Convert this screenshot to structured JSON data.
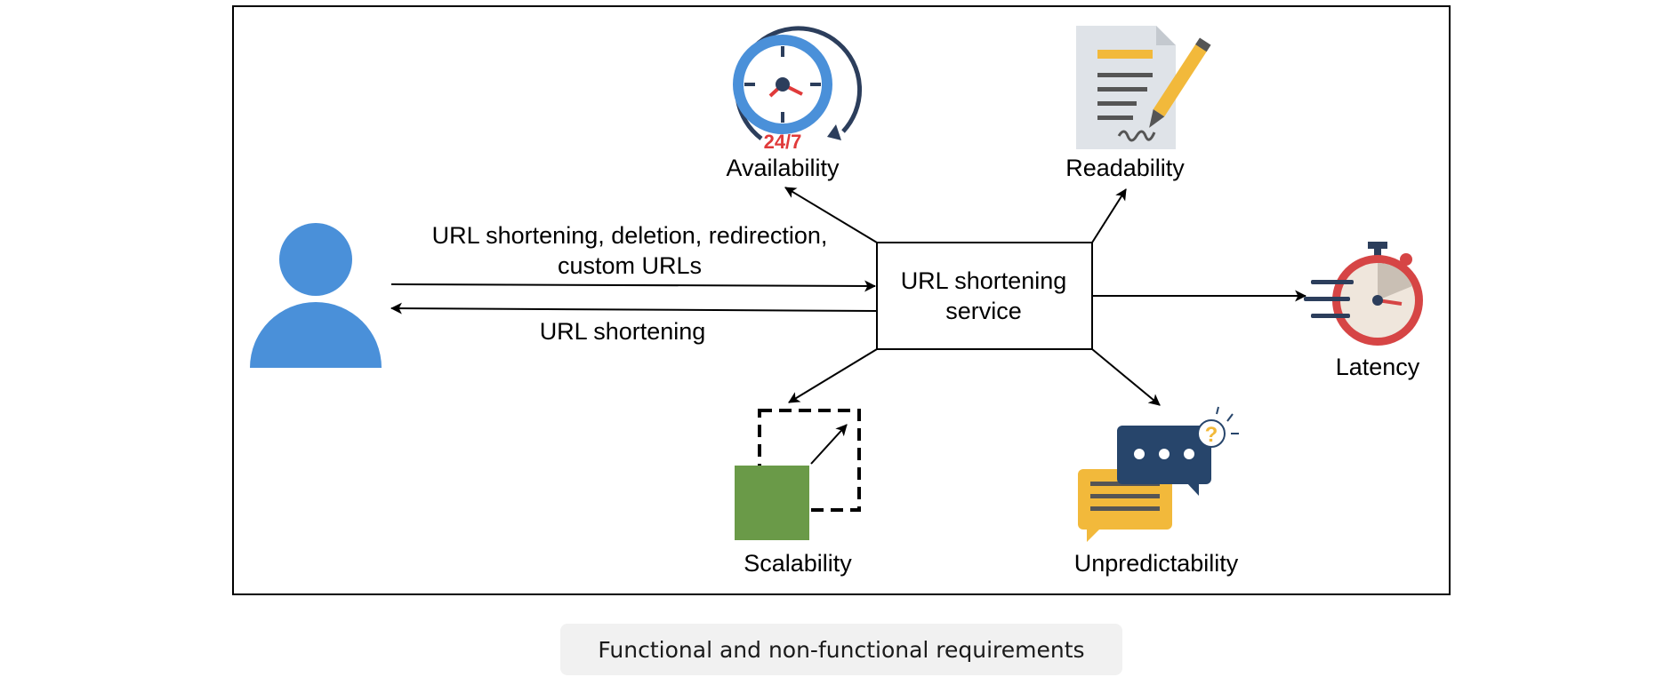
{
  "diagram": {
    "center_label_line1": "URL shortening",
    "center_label_line2": "service",
    "request_label_line1": "URL shortening, deletion, redirection,",
    "request_label_line2": "custom URLs",
    "response_label": "URL shortening",
    "requirements": {
      "availability": "Availability",
      "readability": "Readability",
      "latency": "Latency",
      "scalability": "Scalability",
      "unpredictability": "Unpredictability"
    },
    "availability_badge": "24/7",
    "question_mark": "?"
  },
  "caption": "Functional and non-functional requirements",
  "colors": {
    "user_blue": "#4a90d9",
    "clock_dark": "#2c3e5c",
    "badge_red": "#e03a3a",
    "square_green": "#6a9a48",
    "chat_yellow": "#f2b93b",
    "chat_navy": "#27456b",
    "stopwatch_red": "#d64545"
  }
}
